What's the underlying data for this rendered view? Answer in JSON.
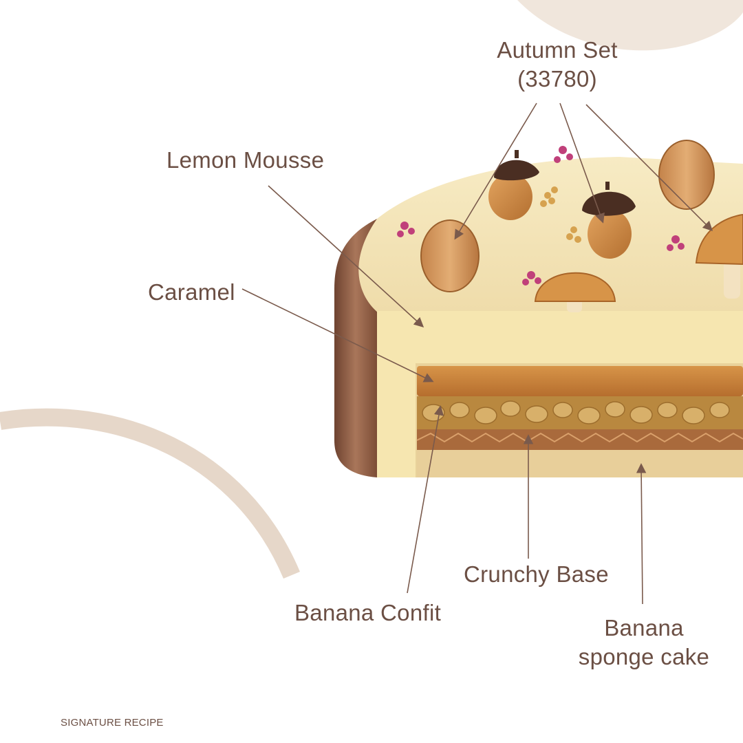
{
  "labels": {
    "autumn_set": [
      "Autumn Set",
      "(33780)"
    ],
    "lemon_mousse": "Lemon Mousse",
    "caramel": "Caramel",
    "crunchy_base": "Crunchy Base",
    "banana_confit": "Banana Confit",
    "banana_sponge": [
      "Banana",
      "sponge cake"
    ]
  },
  "footer": "SIGNATURE RECIPE",
  "colors": {
    "text": "#6b4f44",
    "arrow": "#7a5a4c",
    "arc": "#e6d7c9",
    "mousse": "#f6e7b4",
    "caramel": "#c9823d",
    "chocolate": "#8a5a3e"
  }
}
